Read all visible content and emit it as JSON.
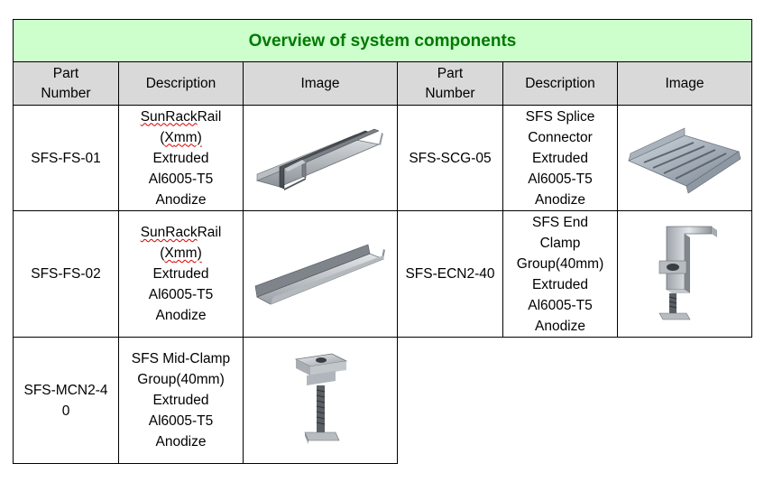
{
  "table": {
    "title": "Overview of system components",
    "headers": {
      "part_number_line1": "Part",
      "part_number_line2": "Number",
      "description": "Description",
      "image": "Image"
    },
    "components": [
      {
        "part_number": "SFS-FS-01",
        "desc_product": "SunRack",
        "desc_rest": " Rail",
        "desc_paren_open": "(",
        "desc_x": "X",
        "desc_mm": "mm)",
        "desc_line3": "Extruded",
        "desc_line4": "Al6005-T5",
        "desc_line5": "Anodize",
        "image_icon": "rail-profile-01-icon"
      },
      {
        "part_number": "SFS-SCG-05",
        "desc_line1": "SFS Splice",
        "desc_line2": "Connector",
        "desc_line3": "Extruded",
        "desc_line4": "Al6005-T5",
        "desc_line5": "Anodize",
        "image_icon": "splice-connector-icon"
      },
      {
        "part_number": "SFS-FS-02",
        "desc_product": "SunRack",
        "desc_rest": " Rail",
        "desc_paren_open": "(",
        "desc_x": "X",
        "desc_mm": "mm)",
        "desc_line3": "Extruded",
        "desc_line4": "Al6005-T5",
        "desc_line5": "Anodize",
        "image_icon": "rail-profile-02-icon"
      },
      {
        "part_number": "SFS-ECN2-40",
        "desc_line1": "SFS End",
        "desc_line2": "Clamp",
        "desc_line3": "Group(40mm)",
        "desc_line4": "Extruded",
        "desc_line5": "Al6005-T5",
        "desc_line6": "Anodize",
        "image_icon": "end-clamp-icon"
      },
      {
        "part_number_line1": "SFS-MCN2-4",
        "part_number_line2": "0",
        "desc_line1": "SFS Mid-Clamp",
        "desc_line2": "Group(40mm)",
        "desc_line3": "Extruded",
        "desc_line4": "Al6005-T5",
        "desc_line5": "Anodize",
        "image_icon": "mid-clamp-icon"
      }
    ]
  },
  "colors": {
    "title_background": "#ccffcc",
    "title_text": "#007a00",
    "header_background": "#d9d9d9",
    "spellcheck_underline": "#d40000"
  }
}
